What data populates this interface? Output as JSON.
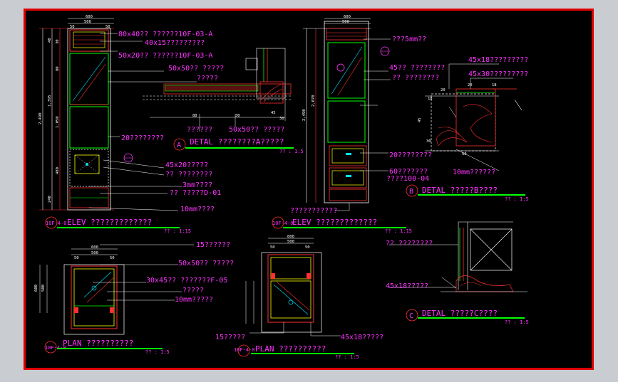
{
  "colors": {
    "background": "#000000",
    "frame": "#e00000",
    "annotation": "#ff33ff",
    "outline": "#00e5ff",
    "panel": "#ffffff",
    "wood": "#ff3030",
    "edge": "#00ff00",
    "cabinet": "#ffff00"
  },
  "elev_left": {
    "notes": [
      "80x40?? ??????10F-03-A",
      "40x15?????????",
      "50x20?? ??????10F-03-A",
      "50x50?? ?????",
      "?????",
      "20????????",
      "45x20?????",
      "?? ????????",
      "3mm????",
      "?? ?????D-01",
      "10mm????"
    ],
    "title": "ELEV  ?????????????",
    "tag": "10F-4-0",
    "scale": "?? : 1:15",
    "dims_top": [
      "600",
      "500",
      "50",
      "50"
    ],
    "dims_side": [
      "2,490",
      "1,395",
      "1,050",
      "480",
      "240",
      "80",
      "40",
      "30"
    ]
  },
  "detail_a": {
    "letter": "A",
    "title": "DETAL  ????????A?????",
    "scale": "?? : 1:5",
    "notes": [
      "??????",
      "50x50?? ?????"
    ],
    "dims": [
      "80",
      "30",
      "45",
      "30"
    ]
  },
  "elev_right": {
    "notes": [
      "???5mm??",
      "45?? ????????",
      "?? ????????",
      "20????????",
      "60???????",
      "????100-04"
    ],
    "title": "ELEV  ?????????????",
    "tag": "10F-4-0",
    "scale": "?? : 1:15",
    "dims_top": [
      "600",
      "500"
    ],
    "dims_side": [
      "2,490",
      "2,070"
    ],
    "label_bottom": "???????????"
  },
  "detail_b": {
    "letter": "B",
    "title": "DETAL  ?????B????",
    "scale": "?? : 1:5",
    "notes": [
      "45x18?????????",
      "45x30?????????",
      "10mm??????"
    ],
    "dims": [
      "20",
      "18",
      "45",
      "30",
      "18",
      "50",
      "20"
    ]
  },
  "plan_left": {
    "notes": [
      "15??????",
      "50x50?? ?????",
      "30x45?? ???????F-05",
      "?????",
      "10mm?????"
    ],
    "title": "PLAN  ??????????",
    "tag": "10F-4-0",
    "scale": "?? : 1:5",
    "dims": [
      "600",
      "500",
      "50",
      "50",
      "600",
      "500"
    ]
  },
  "plan_right": {
    "notes": [
      "15?????",
      "45x18?????"
    ],
    "title": "PLAN  ??????????",
    "tag": "10F-4-0",
    "scale": "?? : 1:5",
    "dims": [
      "600",
      "500",
      "50",
      "50"
    ]
  },
  "detail_c": {
    "letter": "C",
    "title": "DETAL  ?????C????",
    "scale": "?? : 1:5",
    "notes": [
      "?? ????????",
      "45x18?????"
    ]
  }
}
